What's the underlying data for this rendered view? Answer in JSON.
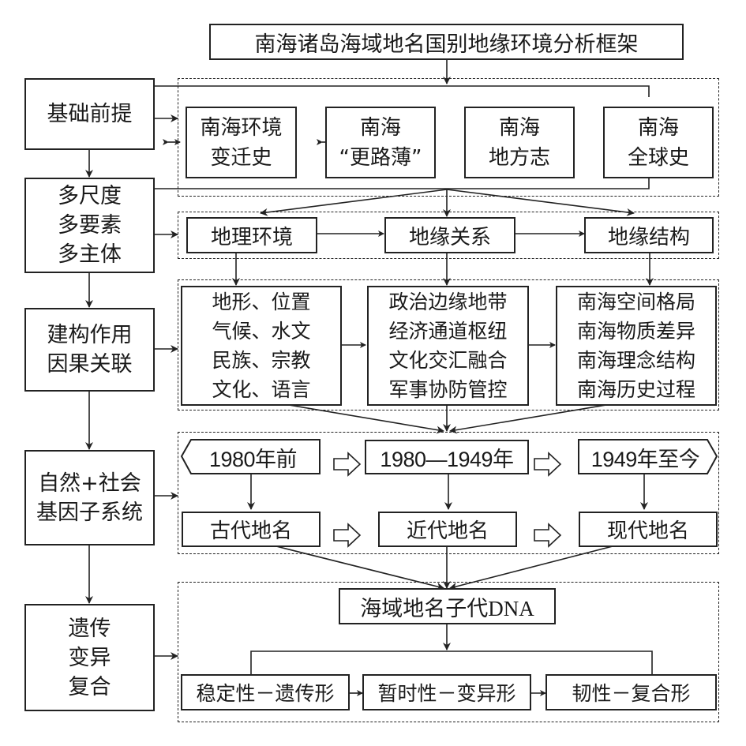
{
  "title": "南海诸岛海域地名国别地缘环境分析框架",
  "left_column": [
    {
      "id": "premise",
      "lines": [
        "基础前提"
      ]
    },
    {
      "id": "multi",
      "lines": [
        "多尺度",
        "多要素",
        "多主体"
      ]
    },
    {
      "id": "construct",
      "lines": [
        "建构作用",
        "因果关联"
      ]
    },
    {
      "id": "gene",
      "lines": [
        "自然+社会",
        "基因子系统"
      ]
    },
    {
      "id": "inherit",
      "lines": [
        "遗传",
        "变异",
        "复合"
      ]
    }
  ],
  "history_sources": [
    {
      "lines": [
        "南海环境",
        "变迁史"
      ]
    },
    {
      "lines": [
        "南海",
        "“更路薄”"
      ]
    },
    {
      "lines": [
        "南海",
        "地方志"
      ]
    },
    {
      "lines": [
        "南海",
        "全球史"
      ]
    }
  ],
  "geo_dimensions": [
    "地理环境",
    "地缘关系",
    "地缘结构"
  ],
  "factor_lists": [
    {
      "lines": [
        "地形、位置",
        "气候、水文",
        "民族、宗教",
        "文化、语言"
      ]
    },
    {
      "lines": [
        "政治边缘地带",
        "经济通道枢纽",
        "文化交汇融合",
        "军事协防管控"
      ]
    },
    {
      "lines": [
        "南海空间格局",
        "南海物质差异",
        "南海理念结构",
        "南海历史过程"
      ]
    }
  ],
  "eras": [
    "1980年前",
    "1980—1949年",
    "1949年至今"
  ],
  "place_names": [
    "古代地名",
    "近代地名",
    "现代地名"
  ],
  "dna": "海域地名子代DNA",
  "forms": [
    "稳定性－遗传形",
    "暂时性－变异形",
    "韧性－复合形"
  ],
  "colors": {
    "line": "#222222",
    "background": "#ffffff"
  }
}
